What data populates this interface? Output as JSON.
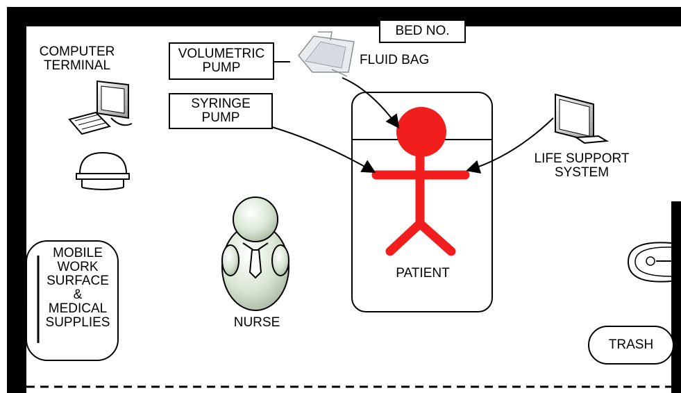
{
  "labels": {
    "bed_no": "BED NO.",
    "computer_terminal": [
      "COMPUTER",
      "TERMINAL"
    ],
    "volumetric_pump": [
      "VOLUMETRIC",
      "PUMP"
    ],
    "fluid_bag": "FLUID BAG",
    "syringe_pump": [
      "SYRINGE",
      "PUMP"
    ],
    "life_support": [
      "LIFE SUPPORT",
      "SYSTEM"
    ],
    "patient": "PATIENT",
    "nurse": "NURSE",
    "mobile_work_surface": [
      "MOBILE",
      "WORK",
      "SURFACE",
      "&",
      "MEDICAL",
      "SUPPLIES"
    ],
    "trash": "TRASH"
  },
  "colors": {
    "patient": "#f21d1d",
    "nurse_fill": "#d9e6d4",
    "wall": "#000000"
  },
  "icons": [
    "computer-terminal-icon",
    "stool-icon",
    "fluid-bag-icon",
    "monitor-icon",
    "nurse-icon",
    "sink-icon"
  ]
}
